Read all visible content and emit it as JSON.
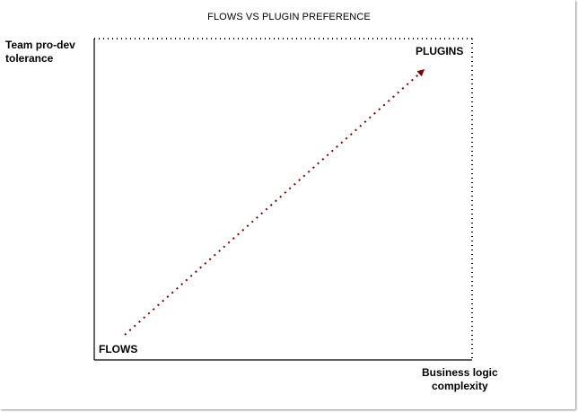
{
  "title": "FLOWS VS PLUGIN PREFERENCE",
  "y_axis_label": [
    "Team pro-dev",
    "tolerance"
  ],
  "x_axis_label": [
    "Business logic",
    "complexity"
  ],
  "start_label": "FLOWS",
  "end_label": "PLUGINS",
  "colors": {
    "arrow": "#800000",
    "axes": "#000000"
  }
}
